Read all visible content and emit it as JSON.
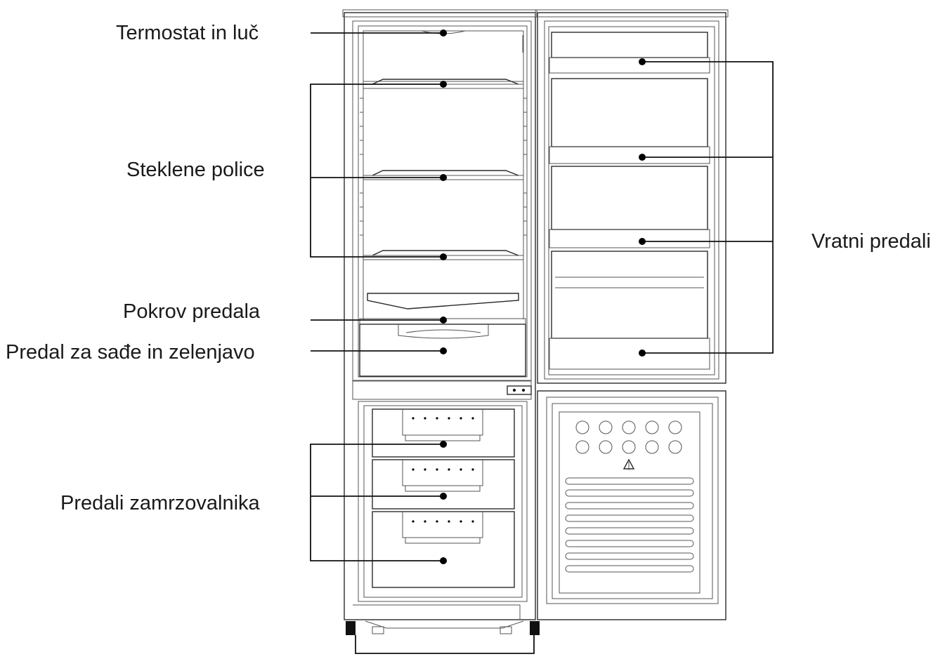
{
  "labels": {
    "thermostat": "Termostat in luč",
    "glass_shelves": "Steklene police",
    "drawer_cover": "Pokrov predala",
    "crisper": "Predal za sađe in zelenjavo",
    "freezer_drawers": "Predali zamrzovalnika",
    "door_bins": "Vratni predali"
  },
  "colors": {
    "line": "#2a2a2a",
    "leader": "#111111",
    "text": "#1a1a1a"
  }
}
